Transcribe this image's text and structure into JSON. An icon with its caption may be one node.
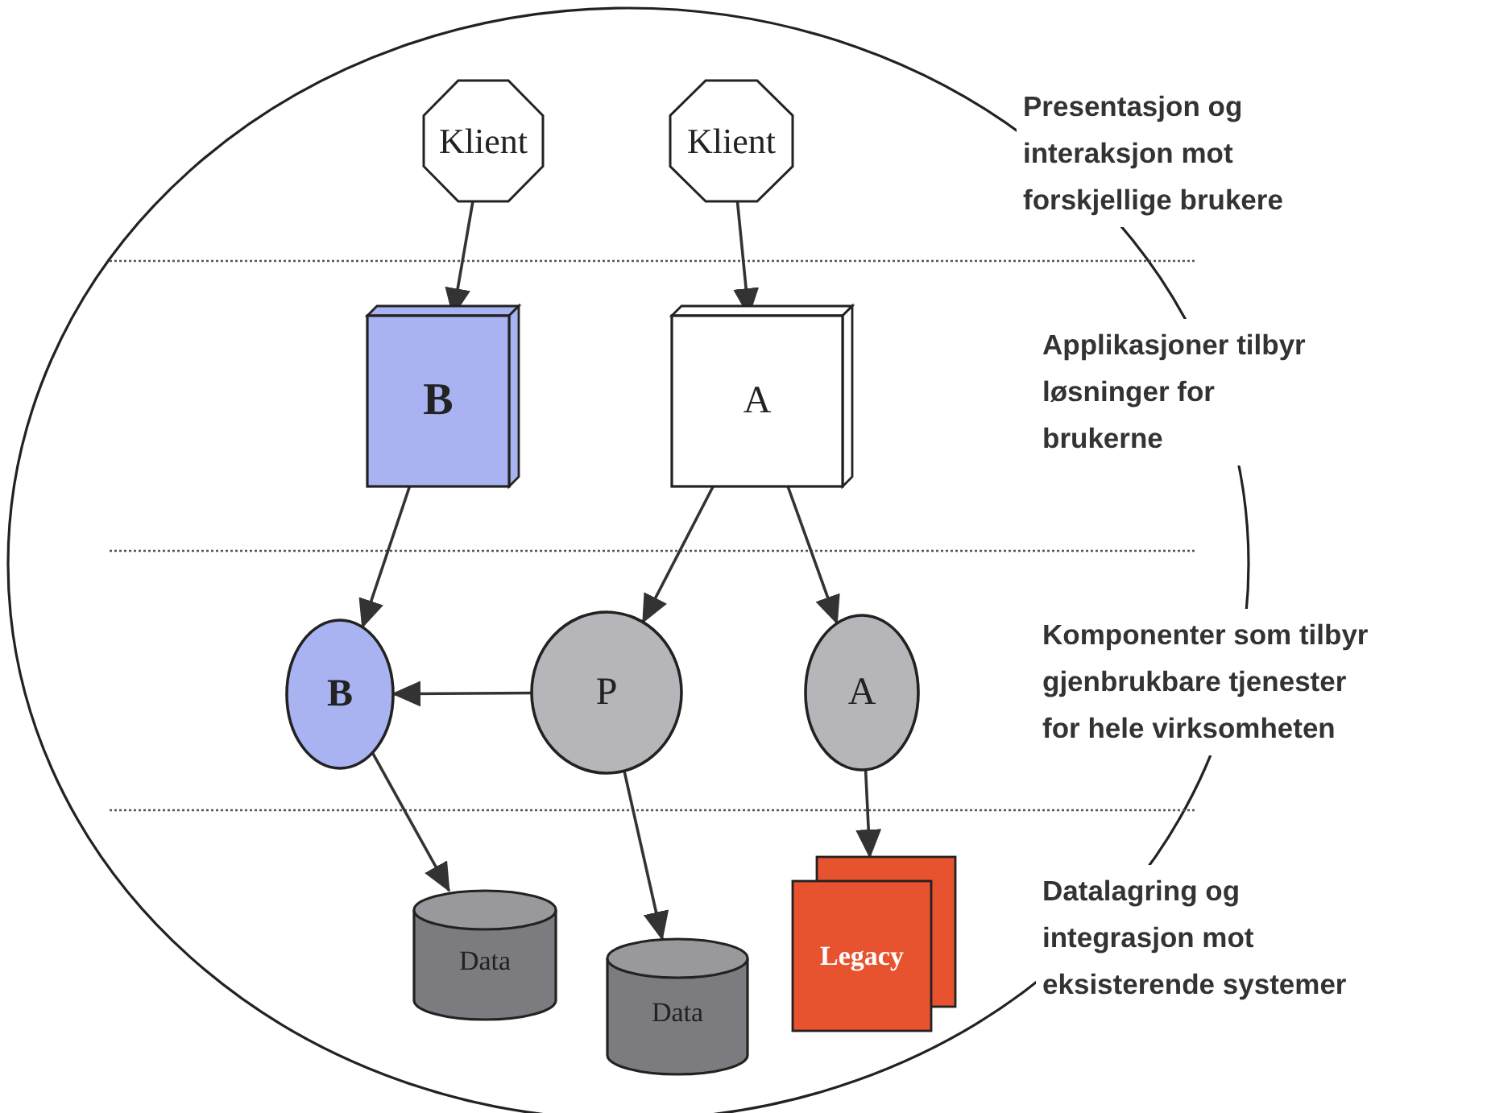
{
  "diagram": {
    "nodes": [
      {
        "text": [
          "Klient"
        ]
      },
      {
        "text": [
          "Klient"
        ]
      },
      {
        "text": [
          "B"
        ]
      },
      {
        "text": [
          "A"
        ]
      },
      {
        "text": [
          "B"
        ]
      },
      {
        "text": [
          "P"
        ]
      },
      {
        "text": [
          "A"
        ]
      },
      {
        "text": [
          "Data"
        ]
      },
      {
        "text": [
          "Data"
        ]
      },
      {
        "text": [
          "Legacy"
        ]
      }
    ],
    "edges": [
      {
        "from": 0,
        "to": 2,
        "arrow": "to"
      },
      {
        "from": 1,
        "to": 3,
        "arrow": "to"
      },
      {
        "from": 2,
        "to": 4,
        "arrow": "to"
      },
      {
        "from": 3,
        "to": 5,
        "arrow": "to"
      },
      {
        "from": 3,
        "to": 6,
        "arrow": "to"
      },
      {
        "from": 5,
        "to": 4,
        "arrow": "to"
      },
      {
        "from": 4,
        "to": 7,
        "arrow": "to"
      },
      {
        "from": 5,
        "to": 8,
        "arrow": "to"
      },
      {
        "from": 6,
        "to": 9,
        "arrow": "to"
      }
    ],
    "labels": [
      "Presentasjon og interaksjon mot forskjellige brukere",
      "Applikasjoner tilbyr løsninger for brukerne",
      "Komponenter som tilbyr gjenbrukbare tjenester for hele virksomheten",
      "Datalagring og integrasjon mot eksisterende systemer"
    ]
  }
}
